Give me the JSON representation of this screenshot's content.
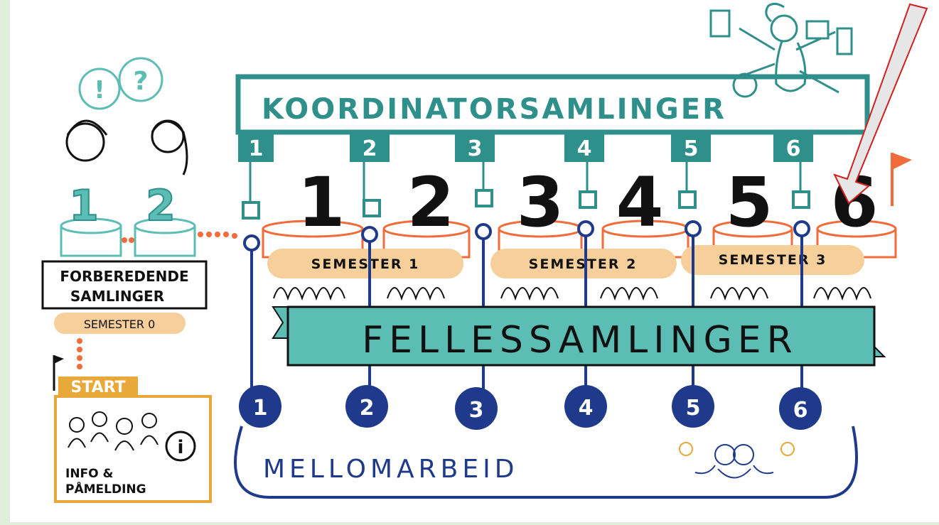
{
  "colors": {
    "teal": "#2f8f8a",
    "teal_fill": "#5cbdb4",
    "navy": "#1f3a8a",
    "orange": "#f26b3a",
    "peach": "#f7cf9a",
    "gold": "#e8a93a",
    "black": "#111111",
    "red_arrow": "#d21f1f",
    "bg": "#dfeed8",
    "panel": "#ffffff"
  },
  "top_bar": {
    "title": "KOORDINATORSAMLINGER",
    "numbers": [
      "1",
      "2",
      "3",
      "4",
      "5",
      "6"
    ]
  },
  "prep": {
    "stack_numbers": [
      "1",
      "2"
    ],
    "banner_line1": "FORBEREDENDE",
    "banner_line2": "SAMLINGER",
    "semester": "SEMESTER 0",
    "bubbles": [
      "!",
      "?"
    ]
  },
  "start": {
    "label": "START",
    "info_line1": "INFO &",
    "info_line2": "PÅMELDING",
    "info_icon": "i"
  },
  "gatherings": {
    "big_numbers": [
      "1",
      "2",
      "3",
      "4",
      "5",
      "6"
    ],
    "semesters": [
      "SEMESTER 1",
      "SEMESTER 2",
      "SEMESTER 3"
    ]
  },
  "felles_banner": "FELLESSAMLINGER",
  "mellom": {
    "label": "MELLOMARBEID",
    "numbers": [
      "1",
      "2",
      "3",
      "4",
      "5",
      "6"
    ]
  },
  "icons": {
    "people": "people-group-icon",
    "flag": "flag-icon",
    "info": "info-icon",
    "arrow": "arrow-icon",
    "figures": "person-sketch-icon"
  }
}
